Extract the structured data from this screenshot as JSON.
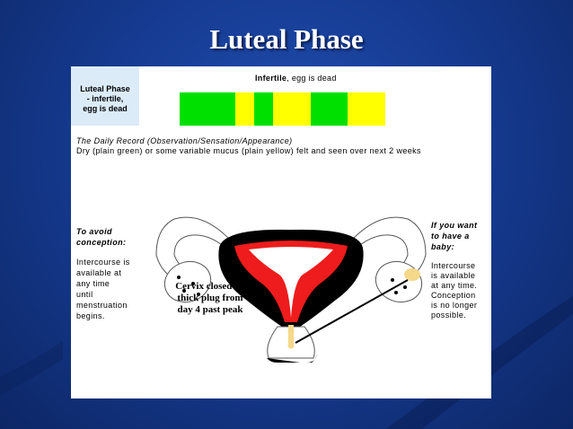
{
  "slide": {
    "title": "Luteal Phase",
    "side_label": "Luteal Phase\n- infertile,\negg is dead",
    "infertile_bold": "Infertile",
    "infertile_rest": ", egg is dead",
    "daily_record_title": "The Daily Record (Observation/Sensation/Appearance)",
    "daily_record_text": "Dry (plain green) or some variable mucus (plain yellow) felt and seen over next 2 weeks",
    "avoid_heading": "To avoid\nconception:",
    "avoid_text": "Intercourse is\navailable at\nany time\nuntil\nmenstruation\nbegins.",
    "baby_heading": "If you want\nto have a\nbaby:",
    "baby_text": "Intercourse\nis available\nat any time.\nConception\nis no longer\npossible.",
    "cervix_label": "Cervix closed by\nthick plug from\nday 4 past peak"
  },
  "chart_bar": {
    "segments": [
      {
        "color": "#00e000",
        "weight": 3
      },
      {
        "color": "#ffff00",
        "weight": 1
      },
      {
        "color": "#00e000",
        "weight": 1
      },
      {
        "color": "#ffff00",
        "weight": 2
      },
      {
        "color": "#00e000",
        "weight": 2
      },
      {
        "color": "#ffff00",
        "weight": 2
      }
    ]
  },
  "colors": {
    "background": "#163b92",
    "panel": "#ffffff",
    "side_box": "#dcebf8",
    "uterus_red": "#ee1c1c",
    "uterus_black": "#000000",
    "ovum": "#f5d889"
  }
}
